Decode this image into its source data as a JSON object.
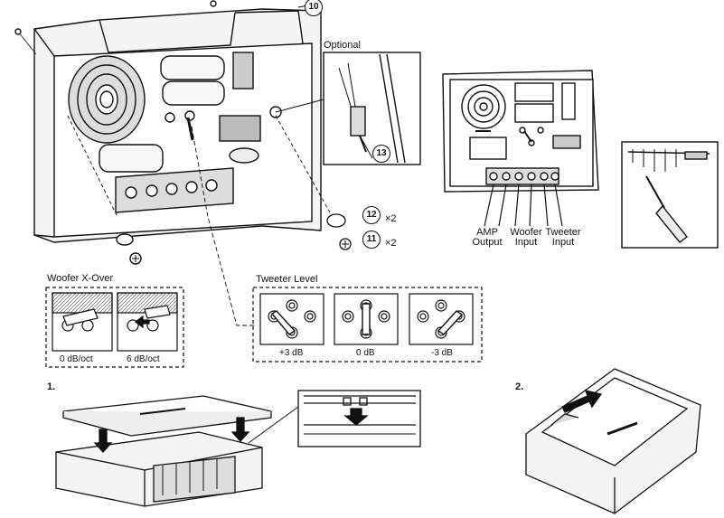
{
  "callouts": {
    "c10": "10",
    "c12": "12",
    "c11": "11",
    "c13": "13"
  },
  "quantities": {
    "q12": "×2",
    "q11": "×2"
  },
  "optional_label": "Optional",
  "wiring_labels": {
    "amp_output": [
      "AMP",
      "Output"
    ],
    "woofer_input": [
      "Woofer",
      "Input"
    ],
    "tweeter_input": [
      "Tweeter",
      "Input"
    ]
  },
  "woofer_xover": {
    "title": "Woofer X-Over",
    "options": [
      "0 dB/oct",
      "6 dB/oct"
    ]
  },
  "tweeter_level": {
    "title": "Tweeter Level",
    "options": [
      "+3 dB",
      "0 dB",
      "-3 dB"
    ]
  },
  "steps": {
    "step1": "1.",
    "step2": "2."
  }
}
